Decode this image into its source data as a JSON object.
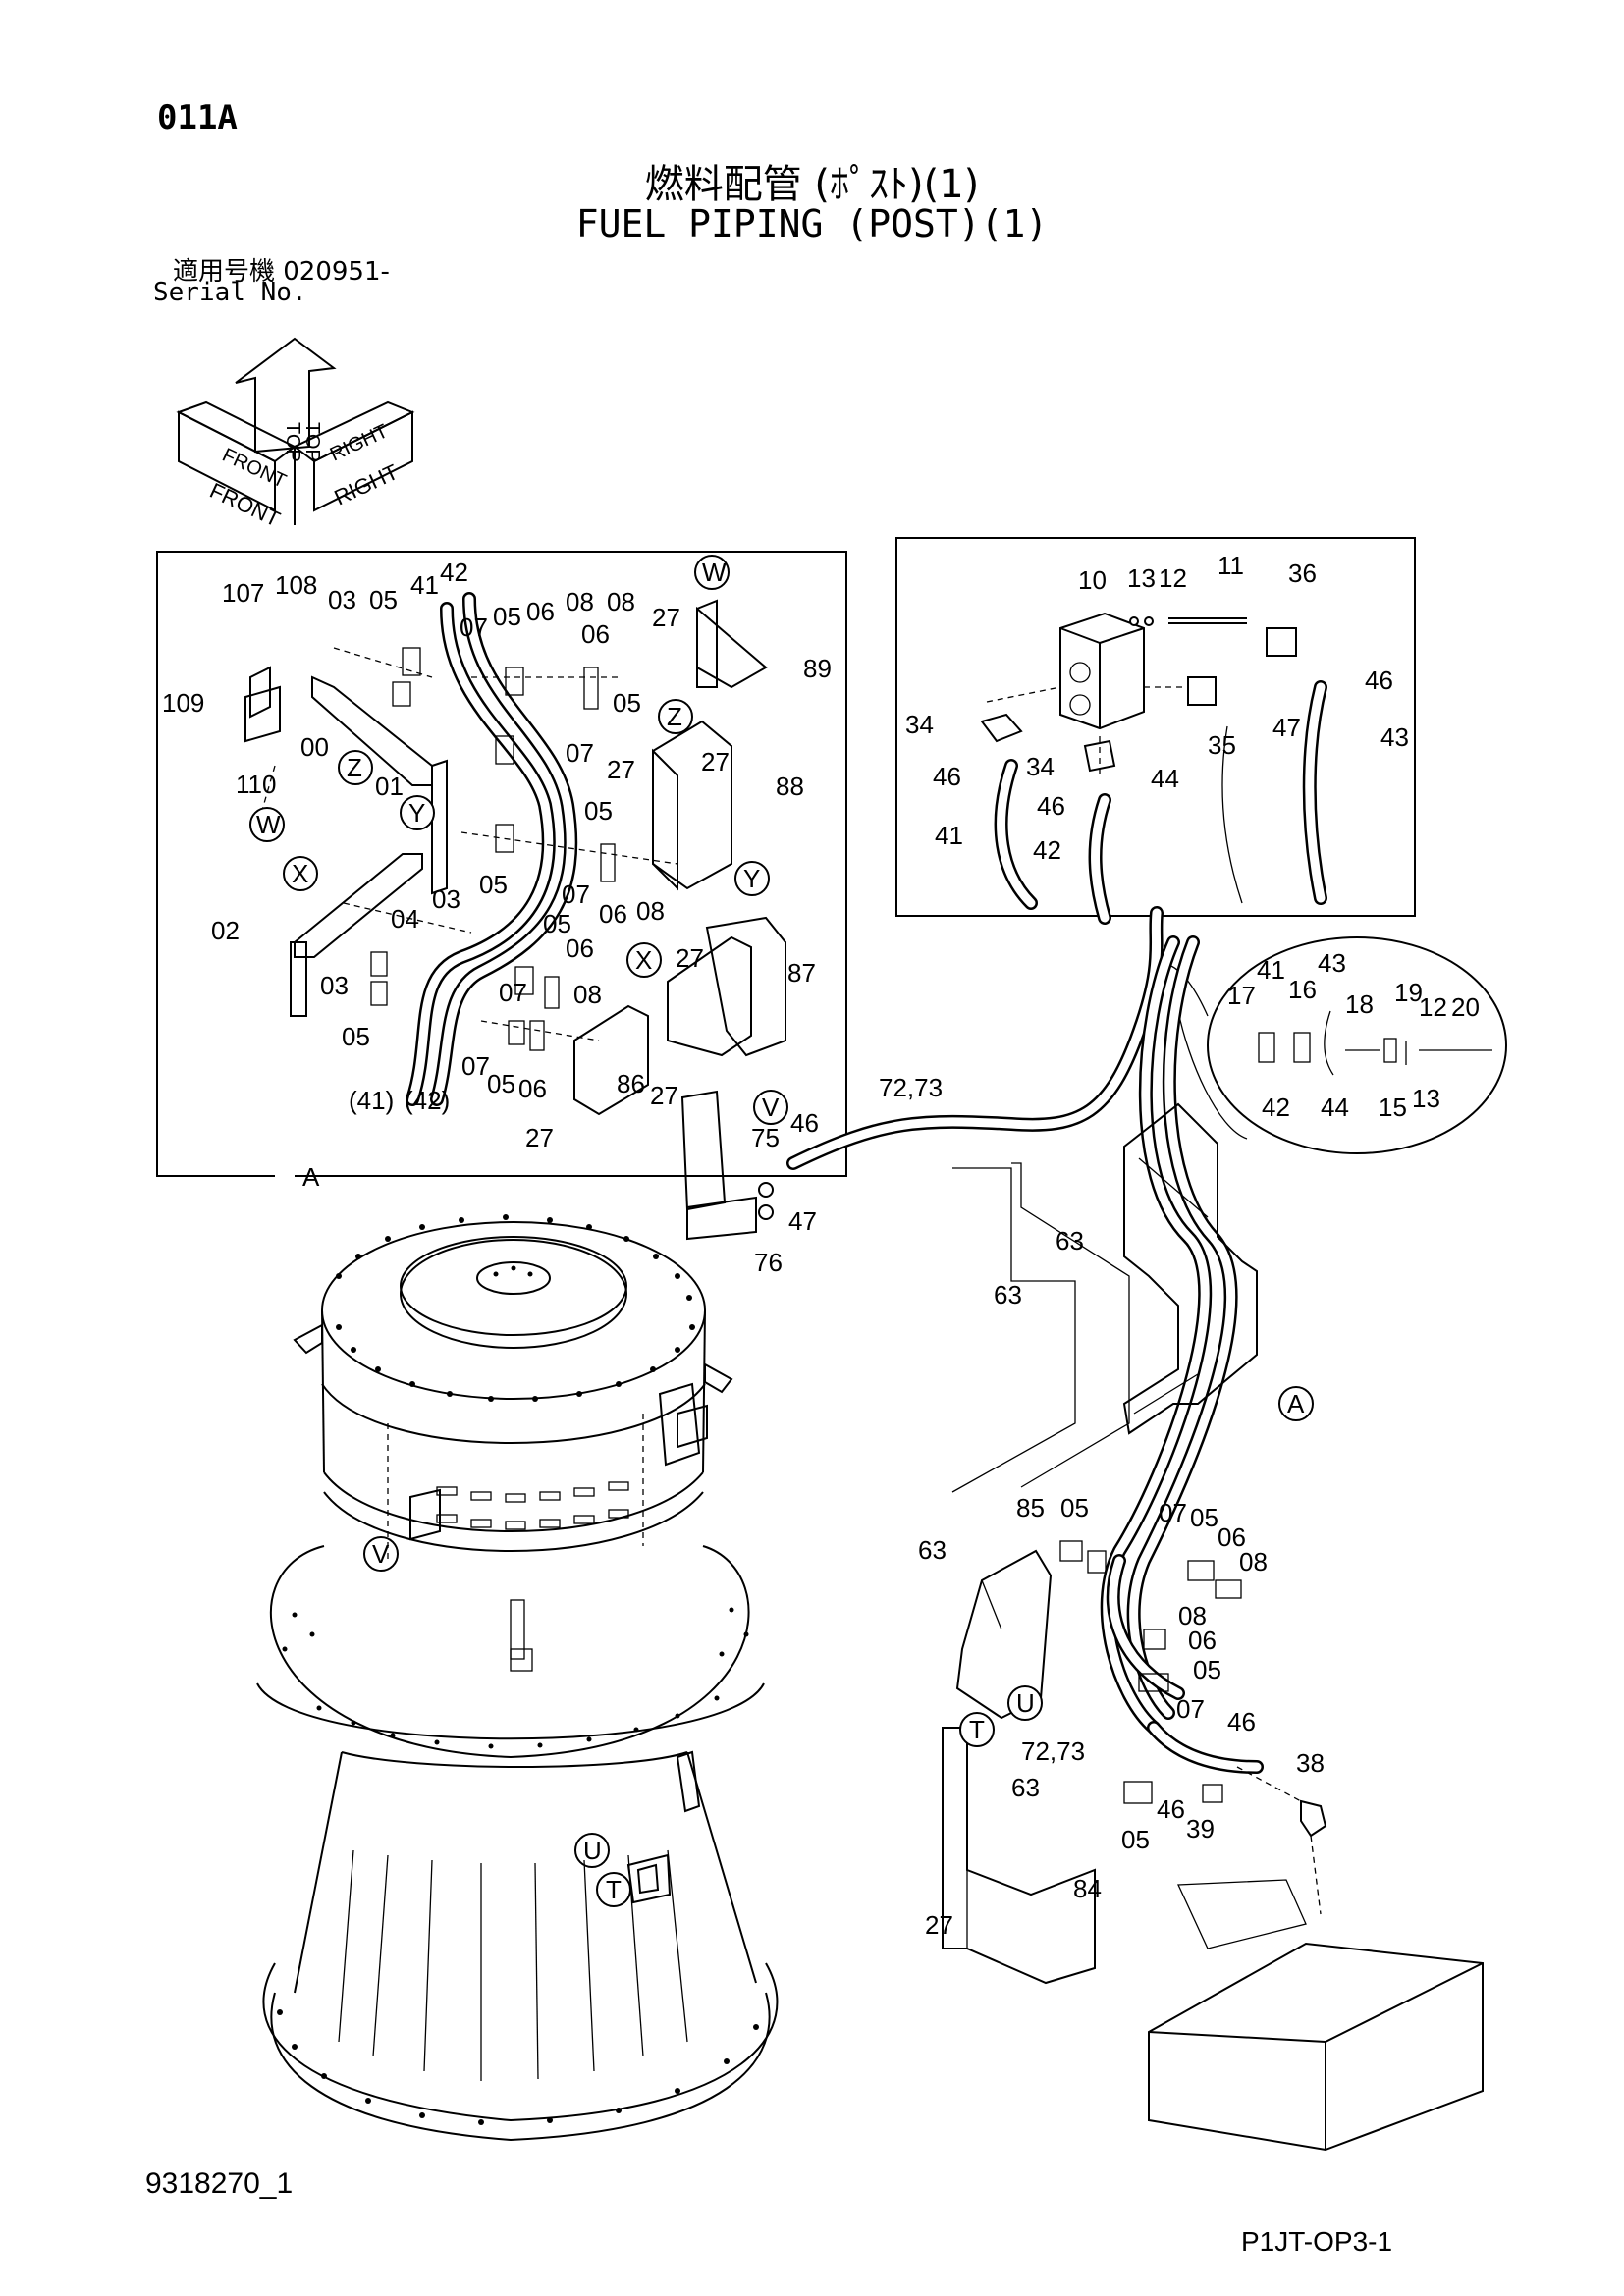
{
  "header": {
    "page_code": "011A",
    "title_jp": "燃料配管 (ﾎﾟｽﾄ)(1)",
    "title_en": "FUEL PIPING (POST)(1)",
    "serial_label_jp": "適用号機  020951-",
    "serial_label_en": "Serial No."
  },
  "orientation": {
    "front": "FRONT",
    "top": "TOP",
    "right": "RIGHT"
  },
  "detail_views": {
    "view_a_label": "A",
    "view_markers": [
      "W",
      "Z",
      "Y",
      "X",
      "V",
      "U",
      "T",
      "A"
    ]
  },
  "callouts": {
    "c107": "107",
    "c108": "108",
    "c109": "109",
    "c110": "110",
    "c00": "00",
    "c01": "01",
    "c02": "02",
    "c03": "03",
    "c04": "04",
    "c05": "05",
    "c06": "06",
    "c07": "07",
    "c08": "08",
    "c41": "41",
    "c42": "42",
    "c41p": "(41)",
    "c42p": "(42)",
    "c27": "27",
    "c86": "86",
    "c87": "87",
    "c88": "88",
    "c89": "89",
    "c10": "10",
    "c11": "11",
    "c12": "12",
    "c13": "13",
    "c20": "20",
    "c15": "15",
    "c16": "16",
    "c17": "17",
    "c18": "18",
    "c19": "19",
    "c34": "34",
    "c35": "35",
    "c36": "36",
    "c38": "38",
    "c39": "39",
    "c43": "43",
    "c44": "44",
    "c46": "46",
    "c47": "47",
    "c63": "63",
    "c72_73": "72,73",
    "c75": "75",
    "c76": "76",
    "c84": "84",
    "c85": "85"
  },
  "footer": {
    "drawing_no": "9318270_1",
    "figure_code": "P1JT-OP3-1"
  }
}
